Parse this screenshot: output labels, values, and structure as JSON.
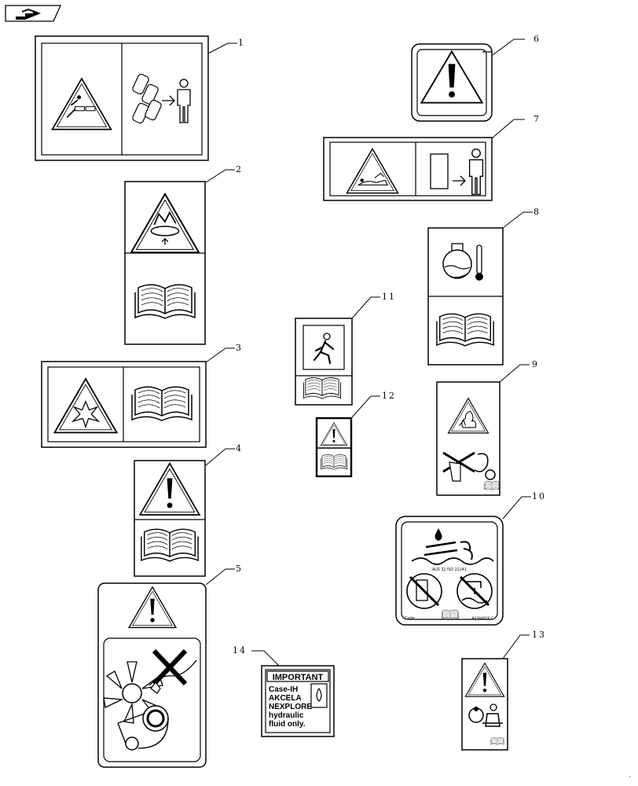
{
  "navigation": {
    "icon": "arrow-book-icon"
  },
  "callouts": [
    "1",
    "2",
    "3",
    "4",
    "5",
    "6",
    "7",
    "8",
    "9",
    "10",
    "11",
    "12",
    "13",
    "14"
  ],
  "decals": {
    "decal10": {
      "standard": "AUS 32 ISO 22241",
      "code_label": "Code",
      "part_number": "84384856 C"
    },
    "decal14": {
      "heading": "IMPORTANT",
      "lines": [
        "Case-IH",
        "AKCELA",
        "NEXPLORE",
        "hydraulic",
        "fluid only."
      ]
    }
  },
  "colors": {
    "ink": "#000000",
    "paper": "#ffffff"
  }
}
